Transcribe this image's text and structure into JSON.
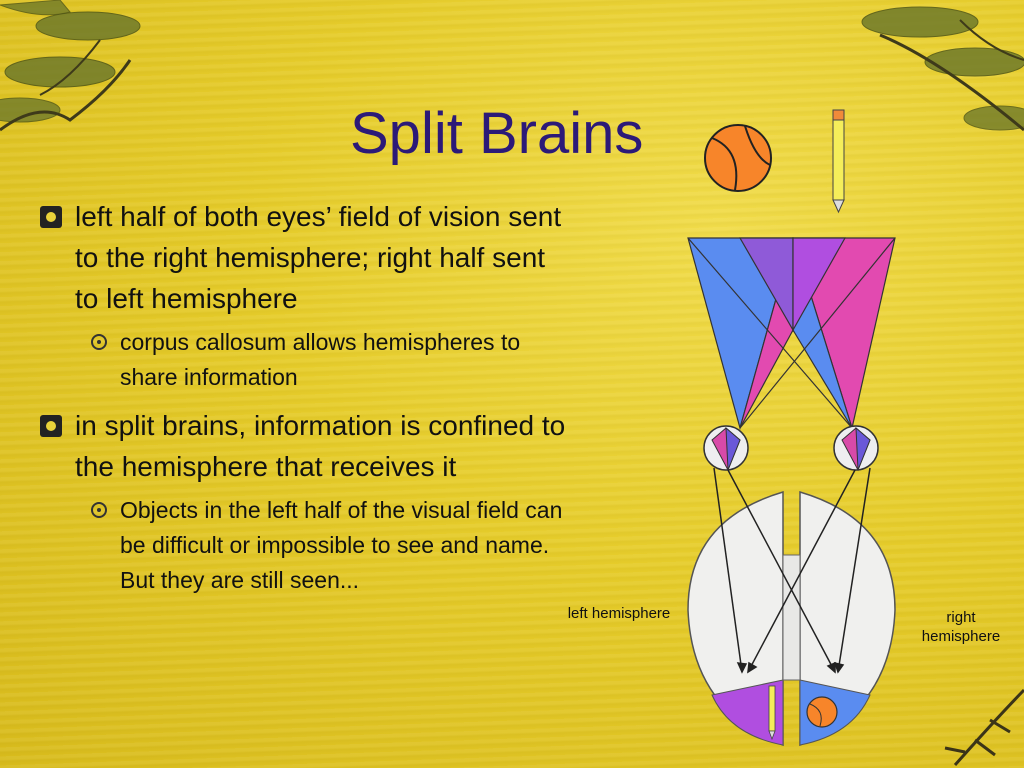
{
  "slide": {
    "title": "Split Brains",
    "bullets": [
      {
        "text": "left half of both eyes’ field of vision sent to the right hemisphere; right half sent to left hemisphere",
        "sub": "corpus callosum allows hemispheres to share information"
      },
      {
        "text": "in split brains, information is confined to the hemisphere that receives it",
        "sub": "Objects in the left half of the visual field can be difficult or impossible to see and name.  But they are still seen..."
      }
    ]
  },
  "diagram": {
    "left_label": "left hemisphere",
    "right_label": "right hemisphere"
  },
  "colors": {
    "title": "#2c1a78",
    "blue_field": "#5a8cf0",
    "violet_field": "#b04ee0",
    "pink_field": "#e24ab0",
    "ball": "#f7852a",
    "brain": "#f0f0ee"
  }
}
